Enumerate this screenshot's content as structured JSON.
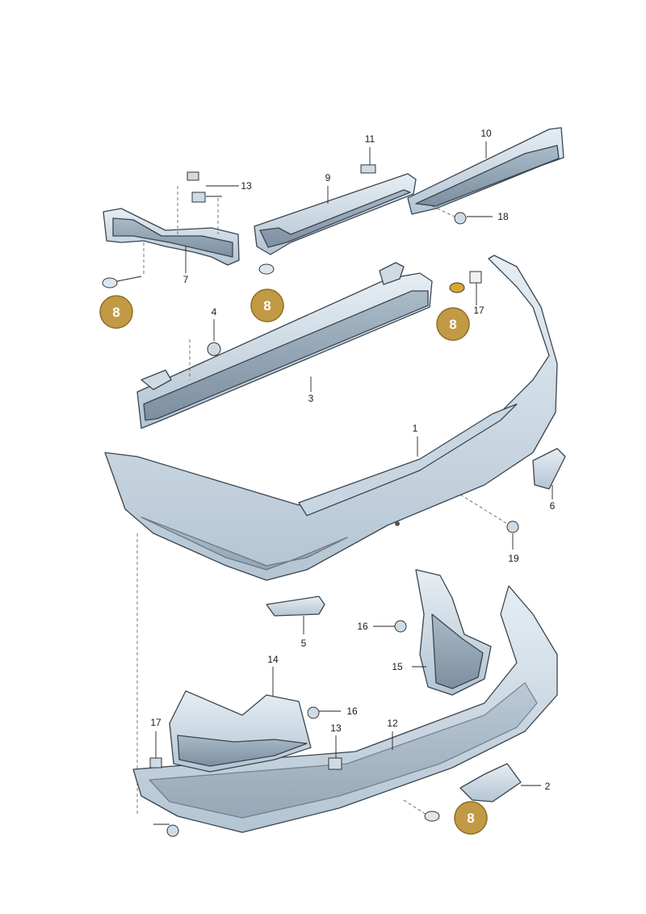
{
  "diagram": {
    "part_labels": {
      "p1": "1",
      "p2": "2",
      "p3": "3",
      "p4": "4",
      "p5": "5",
      "p6": "6",
      "p7": "7",
      "p9": "9",
      "p10": "10",
      "p11": "11",
      "p12": "12",
      "p13a": "13",
      "p13b": "13",
      "p14": "14",
      "p15": "15",
      "p16a": "16",
      "p16b": "16",
      "p17a": "17",
      "p17b": "17",
      "p18": "18",
      "p19": "19"
    },
    "highlight_badges": {
      "b1": "8",
      "b2": "8",
      "b3": "8",
      "b4": "8"
    },
    "colors": {
      "badge_fill": "#c29a45",
      "badge_stroke": "#8e6d27",
      "part_light": "#dbe6ee",
      "part_mid": "#b9c9d6",
      "part_dark": "#8c9eae",
      "highlight_part": "#d9a630"
    }
  }
}
